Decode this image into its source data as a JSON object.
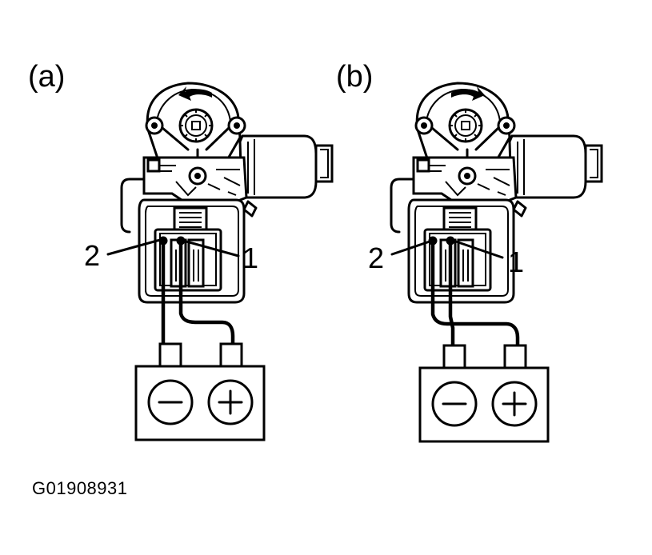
{
  "panels": [
    {
      "id": "a",
      "label": "(a)",
      "rotation": "counter-clockwise",
      "pins": {
        "left": "2",
        "right": "1"
      },
      "battery": {
        "left_terminal": "negative",
        "right_terminal": "positive"
      },
      "wiring": {
        "pin2_to": "negative",
        "pin1_to": "positive"
      }
    },
    {
      "id": "b",
      "label": "(b)",
      "rotation": "clockwise",
      "pins": {
        "left": "2",
        "right": "1"
      },
      "battery": {
        "left_terminal": "negative",
        "right_terminal": "positive"
      },
      "wiring": {
        "pin2_to": "positive",
        "pin1_to": "negative"
      }
    }
  ],
  "reference_code": "G01908931",
  "icons": {
    "motor": "power-window-motor-icon",
    "battery": "battery-icon",
    "negative": "minus-terminal-icon",
    "positive": "plus-terminal-icon",
    "rotation": "rotation-arrow-icon"
  },
  "colors": {
    "line": "#000000",
    "background": "#ffffff"
  }
}
